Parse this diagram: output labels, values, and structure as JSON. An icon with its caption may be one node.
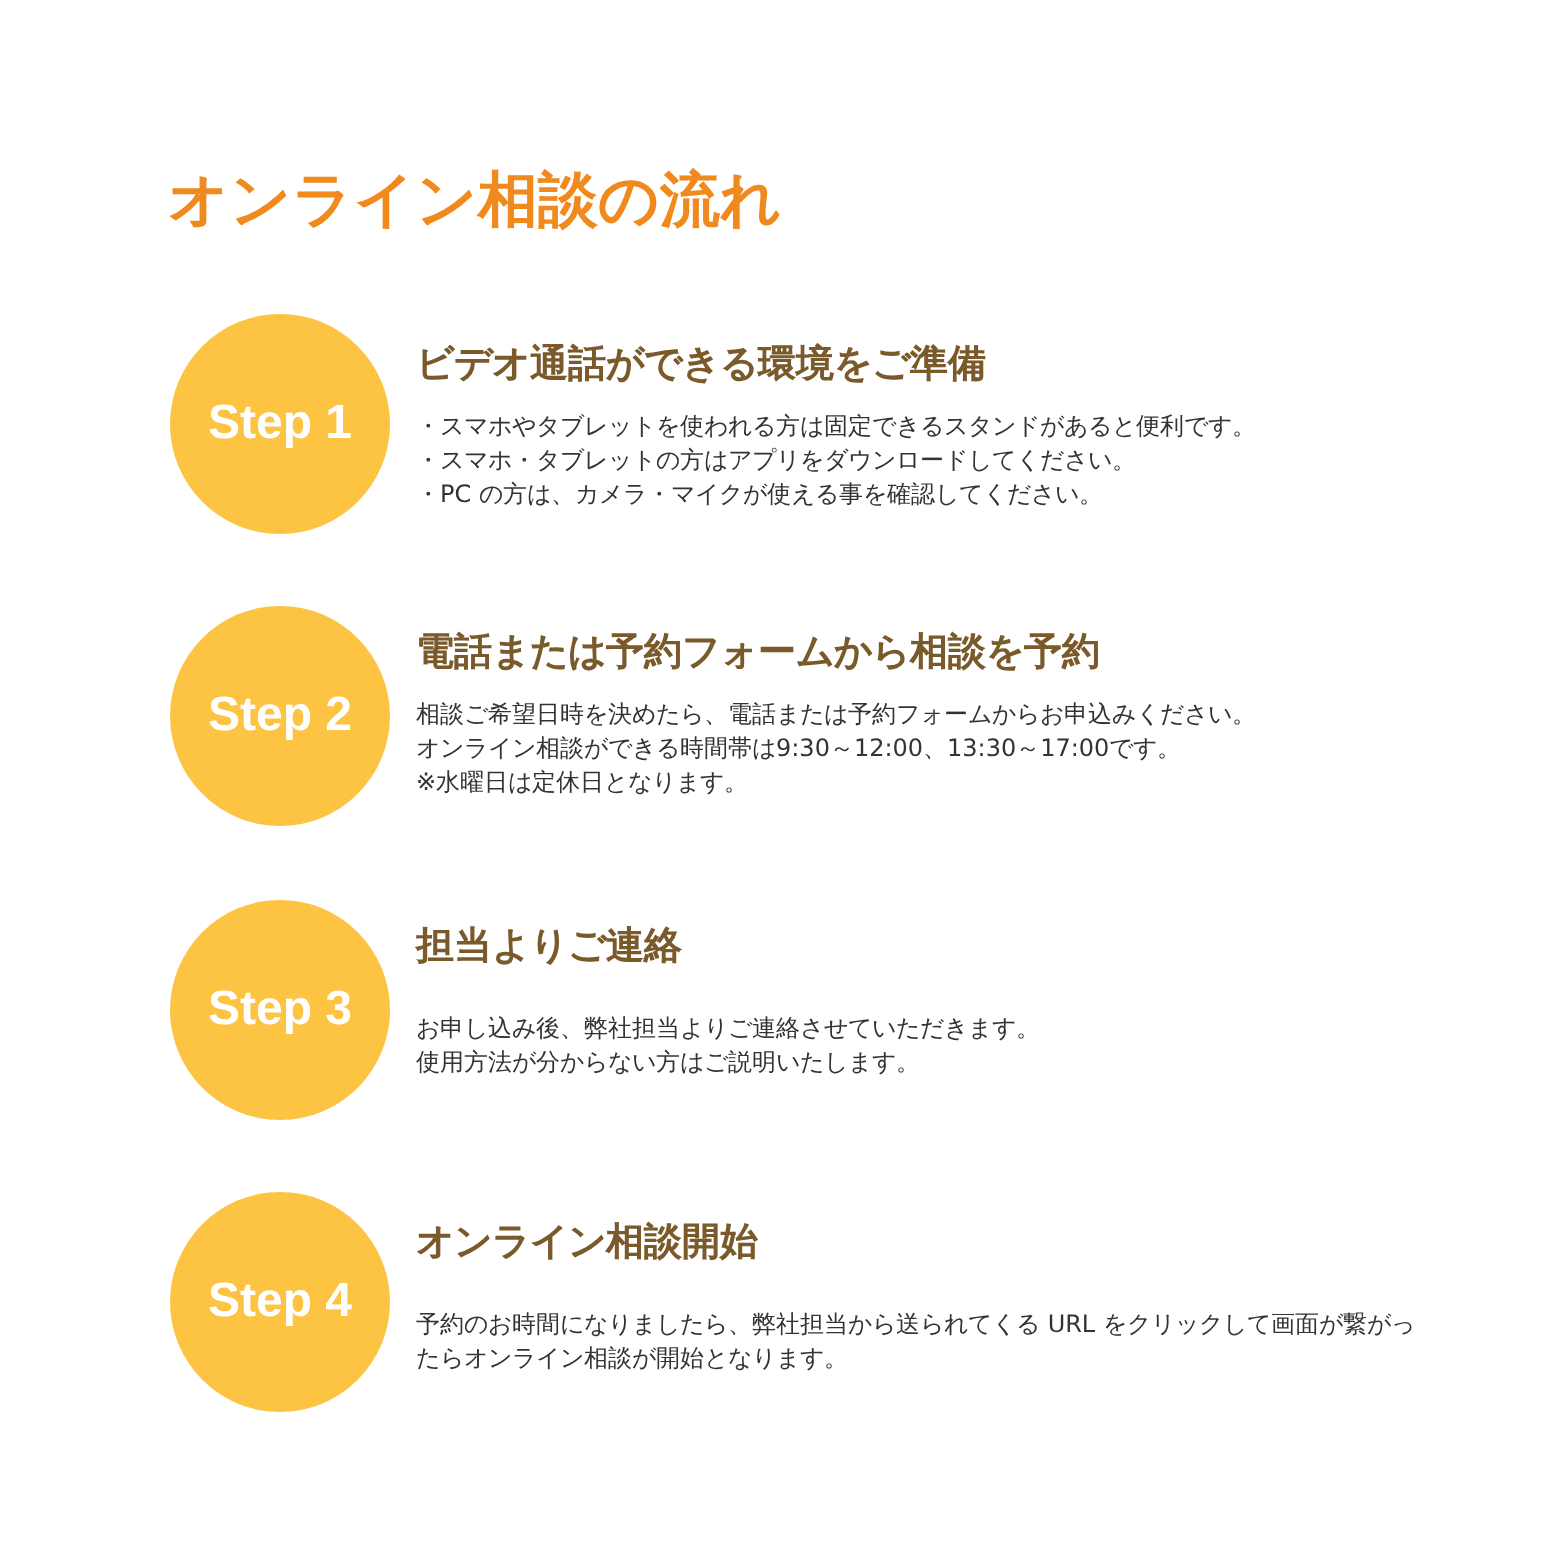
{
  "diagram": {
    "title": "オンライン相談の流れ",
    "nodes": [
      {
        "text": [
          "Step 1"
        ],
        "beside": [
          "ビデオ通話ができる環境をご準備",
          "・スマホやタブレットを使われる方は固定できるスタンドがあると便利です。",
          "・スマホ・タブレットの方はアプリをダウンロードしてください。",
          "・PC の方は、カメラ・マイクが使える事を確認してください。"
        ]
      },
      {
        "text": [
          "Step 2"
        ],
        "beside": [
          "電話または予約フォームから相談を予約",
          "相談ご希望日時を決めたら、電話または予約フォームからお申込みください。",
          "オンライン相談ができる時間帯は9:30～12:00、13:30～17:00です。",
          "※水曜日は定休日となります。"
        ]
      },
      {
        "text": [
          "Step 3"
        ],
        "beside": [
          "担当よりご連絡",
          "お申し込み後、弊社担当よりご連絡させていただきます。",
          "使用方法が分からない方はご説明いたします。"
        ]
      },
      {
        "text": [
          "Step 4"
        ],
        "beside": [
          "オンライン相談開始",
          "予約のお時間になりましたら、弊社担当から送られてくる URL をクリックして画面が繋がったらオンライン相談が開始となります。"
        ]
      }
    ]
  }
}
